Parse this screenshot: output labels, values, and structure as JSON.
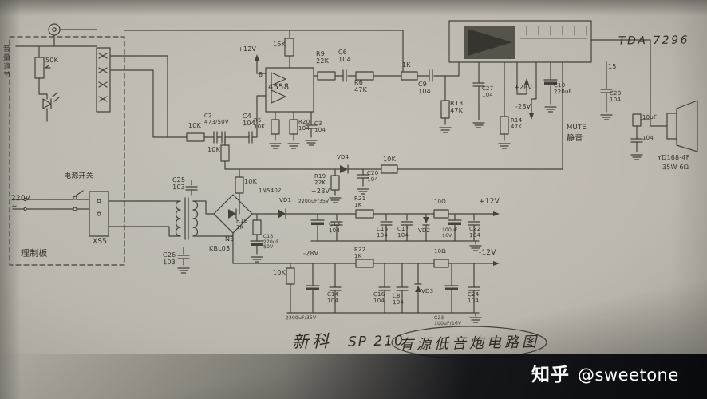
{
  "labels": [
    "TDA 7296",
    "4558",
    "+12V",
    "8",
    "16K",
    "R9\n22K",
    "C6\n104",
    "R6\n47K",
    "1K",
    "C9\n104",
    "R13\n47K",
    "10K",
    "C2\n473/50V",
    "C4\n104",
    "R5\n10K",
    "R20\n104",
    "C3\n104",
    "10K",
    "10K",
    "50K",
    "音量调节",
    "电源开关",
    "220V\n~",
    "XS5",
    "理制板",
    "C25\n103",
    "C26\n103",
    "N3",
    "KBL03",
    "1N5402",
    "VD1",
    "R16\n1K",
    "+28V",
    "2200uF/35V",
    "C18\n220uF\n50V",
    "C13\n104",
    "-28V",
    "VD4",
    "C20\n104",
    "R19\n22K",
    "10K",
    "R21\n1K",
    "C15\n104",
    "C17\n104",
    "VD2",
    "10Ω",
    "100uF\n16V",
    "C22\n104",
    "+12V",
    "10K",
    "2200uF/35V",
    "C14\n104",
    "R22\n1K",
    "C16\n104",
    "C8\n104",
    "VD3",
    "10Ω",
    "C23\n100uF/16V",
    "C24\n104",
    "-12V",
    "+28V",
    "-28V",
    "C27\n104",
    "C10\n220uF",
    "R14\n47K",
    "MUTE",
    "静音",
    "15",
    "C28\n104",
    "10uF",
    "104",
    "YD168-4F",
    "35W 6Ω"
  ],
  "caption": {
    "brand": "新科",
    "model": "SP 210",
    "title": "有源低音炮电路图"
  },
  "watermark": {
    "brand": "知乎",
    "handle": "@sweetone"
  }
}
